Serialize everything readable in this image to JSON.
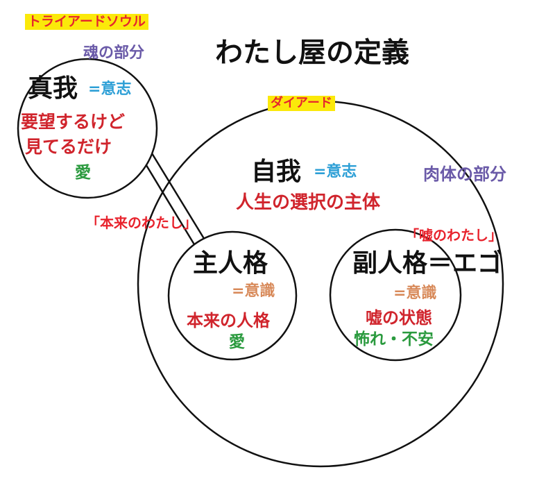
{
  "labels": {
    "triad_soul": "トライアードソウル",
    "soul_part": "魂の部分",
    "title": "わたし屋の定義",
    "true_self": "真我",
    "true_self_will": "=意志",
    "true_self_desc_1": "要望するけど",
    "true_self_desc_2": "見てるだけ",
    "true_self_love": "愛",
    "dyad": "ダイアード",
    "ego_self": "自我",
    "ego_self_will": "=意志",
    "body_part": "肉体の部分",
    "life_subject": "人生の選択の主体",
    "real_me": "「本来のわたし」",
    "false_me": "「嘘のわたし」",
    "main_persona": "主人格",
    "main_consciousness": "=意識",
    "main_desc": "本来の人格",
    "main_love": "愛",
    "sub_persona": "副人格＝エゴ",
    "sub_consciousness": "=意識",
    "sub_desc": "嘘の状態",
    "sub_fear": "怖れ・不安"
  },
  "colors": {
    "highlight_bg": "#fbe90a",
    "accent_red": "#e8232d",
    "purple": "#6a5aa8",
    "blue": "#2d9fd6",
    "orange": "#d88a5a",
    "green": "#2a9a3e",
    "line": "#111111"
  }
}
